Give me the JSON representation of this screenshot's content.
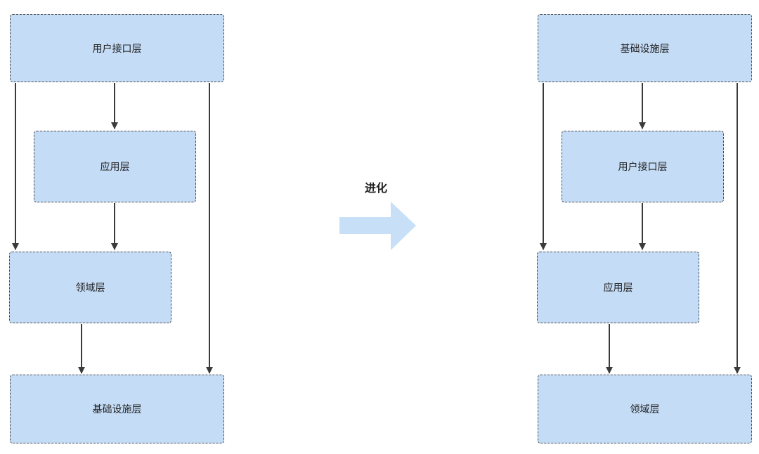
{
  "left_diagram": {
    "layers": {
      "user_interface": "用户接口层",
      "application": "应用层",
      "domain": "领域层",
      "infrastructure": "基础设施层"
    }
  },
  "right_diagram": {
    "layers": {
      "infrastructure": "基础设施层",
      "user_interface": "用户接口层",
      "application": "应用层",
      "domain": "领域层"
    }
  },
  "evolution": {
    "label": "进化"
  },
  "colors": {
    "box_fill": "#c4dcf6",
    "box_border": "#4a4a4a",
    "arrow": "#3a3a3a",
    "evolution_arrow": "#c7e0f8"
  }
}
